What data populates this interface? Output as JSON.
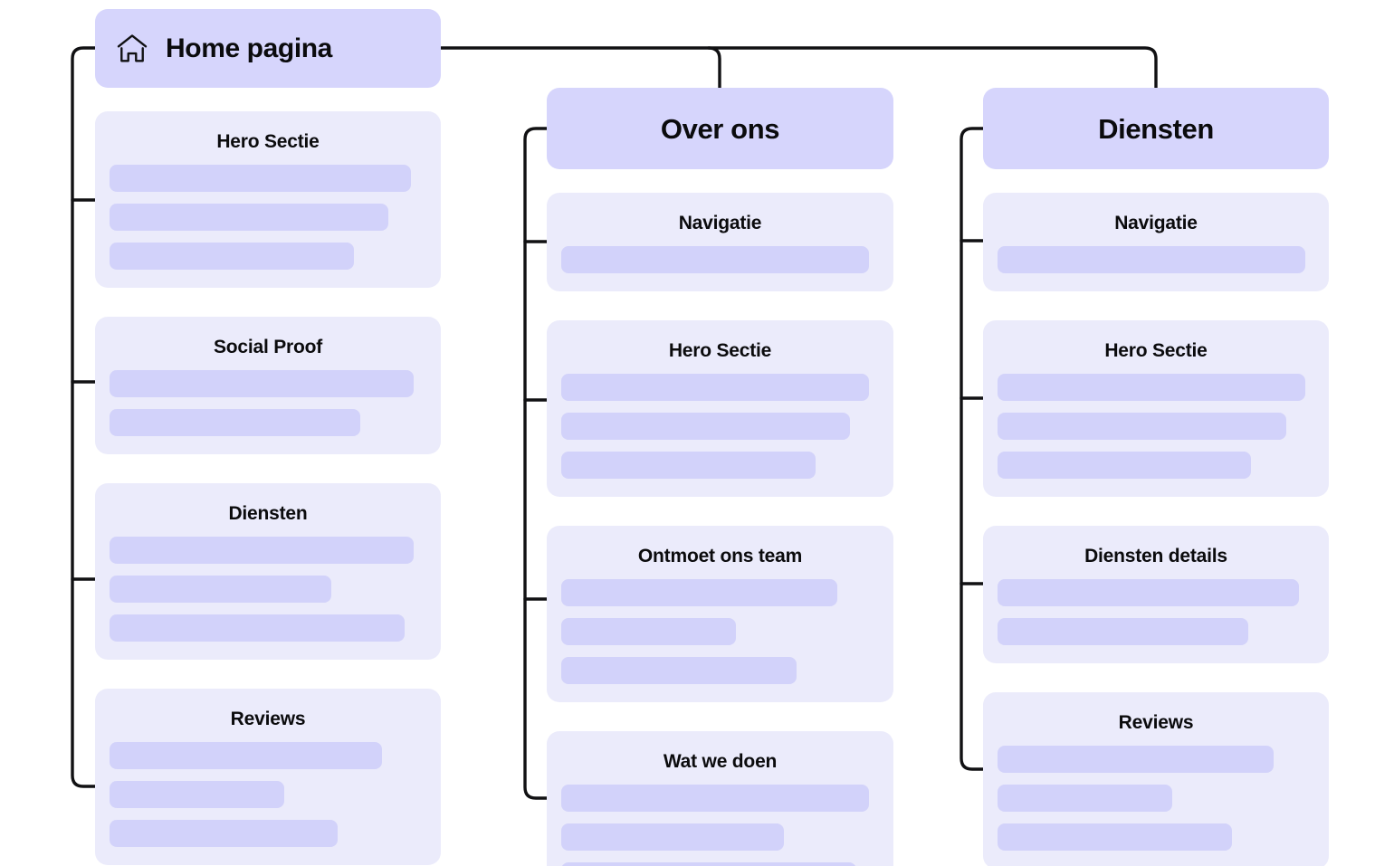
{
  "diagram": {
    "type": "sitemap-tree",
    "language": "nl",
    "colors": {
      "page_background": "#ffffff",
      "header_node": "#d6d5fc",
      "section_card": "#ebebfb",
      "placeholder_bar": "#d2d2fa",
      "connector_line": "#111113",
      "text": "#0b0b0d"
    }
  },
  "columns": [
    {
      "id": "home",
      "header": {
        "label": "Home pagina",
        "icon": "home-icon",
        "has_icon": true
      },
      "sections": [
        {
          "label": "Hero Sectie",
          "bars": [
            95,
            88,
            77
          ]
        },
        {
          "label": "Social Proof",
          "bars": [
            96,
            79
          ]
        },
        {
          "label": "Diensten",
          "bars": [
            96,
            70,
            93
          ]
        },
        {
          "label": "Reviews",
          "bars": [
            86,
            55,
            72
          ]
        }
      ]
    },
    {
      "id": "over-ons",
      "header": {
        "label": "Over ons",
        "icon": null,
        "has_icon": false
      },
      "sections": [
        {
          "label": "Navigatie",
          "bars": [
            97
          ]
        },
        {
          "label": "Hero Sectie",
          "bars": [
            97,
            91,
            80
          ]
        },
        {
          "label": "Ontmoet ons team",
          "bars": [
            87,
            55,
            74
          ]
        },
        {
          "label": "Wat we doen",
          "bars": [
            97,
            70,
            93
          ]
        }
      ]
    },
    {
      "id": "diensten",
      "header": {
        "label": "Diensten",
        "icon": null,
        "has_icon": false
      },
      "sections": [
        {
          "label": "Navigatie",
          "bars": [
            97
          ]
        },
        {
          "label": "Hero Sectie",
          "bars": [
            97,
            91,
            80
          ]
        },
        {
          "label": "Diensten details",
          "bars": [
            95,
            79
          ]
        },
        {
          "label": "Reviews",
          "bars": [
            87,
            55,
            74
          ]
        }
      ]
    }
  ]
}
